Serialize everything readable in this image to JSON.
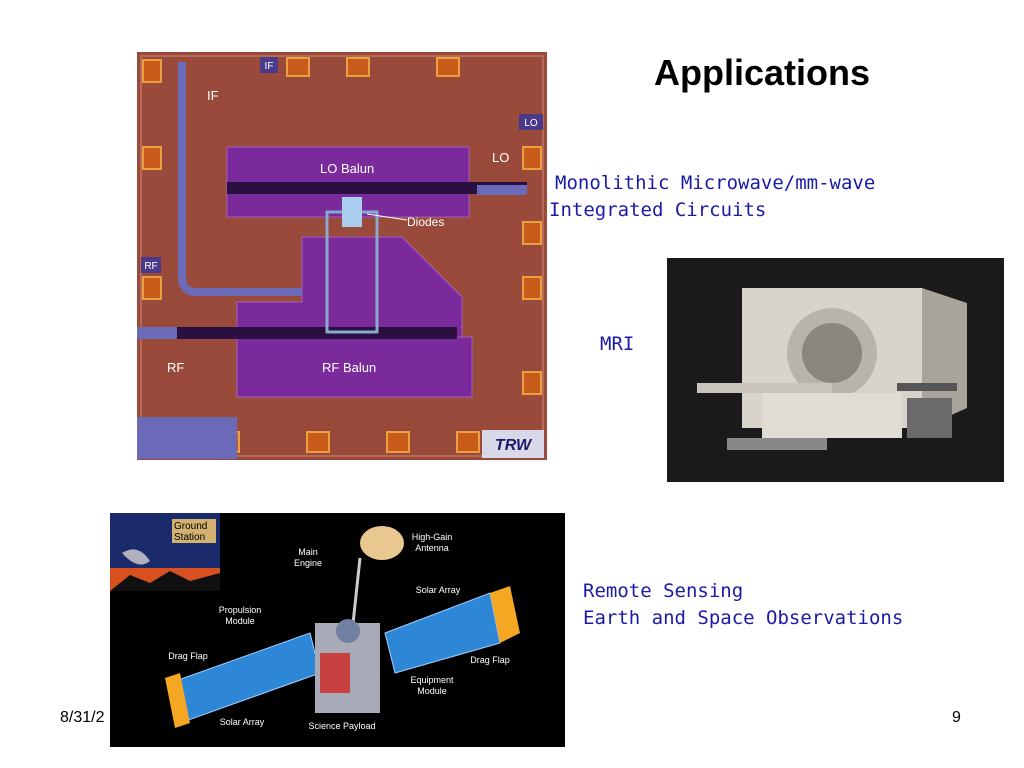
{
  "slide": {
    "title": "Applications",
    "date": "8/31/2",
    "page_number": "9"
  },
  "captions": {
    "mmic_line1": "Monolithic Microwave/mm-wave",
    "mmic_line2": "Integrated Circuits",
    "mri": "MRI",
    "remote_line1": "Remote Sensing",
    "remote_line2": "Earth and Space Observations"
  },
  "chip_image": {
    "labels": {
      "if_pad": "IF",
      "if": "IF",
      "lo_pad": "LO",
      "lo": "LO",
      "lo_balun": "LO Balun",
      "diodes": "Diodes",
      "rf_pad": "RF",
      "rf": "RF",
      "rf_balun": "RF Balun",
      "logo": "TRW"
    }
  },
  "satellite_image": {
    "labels": {
      "ground_station_1": "Ground",
      "ground_station_2": "Station",
      "main_engine_1": "Main",
      "main_engine_2": "Engine",
      "hga_1": "High-Gain",
      "hga_2": "Antenna",
      "solar_array_top": "Solar Array",
      "propulsion_1": "Propulsion",
      "propulsion_2": "Module",
      "drag_flap_left": "Drag Flap",
      "drag_flap_right": "Drag Flap",
      "equipment_1": "Equipment",
      "equipment_2": "Module",
      "solar_array_bottom": "Solar Array",
      "science_payload": "Science Payload"
    }
  },
  "colors": {
    "caption": "#1a1aa8",
    "chip_substrate": "#9a4a3a",
    "chip_metal": "#7a2a9a",
    "panel_blue": "#2e86d6",
    "flap_orange": "#f5a623"
  }
}
